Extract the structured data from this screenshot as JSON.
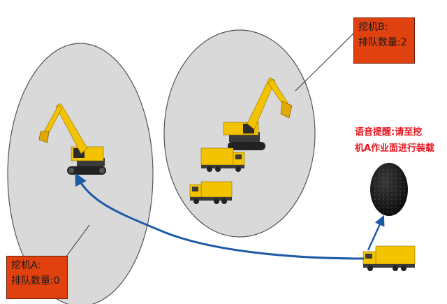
{
  "excavator_b": {
    "name": "挖机B:",
    "queue": "排队数量:2"
  },
  "excavator_a": {
    "name": "挖机A:",
    "queue": "排队数量:0"
  },
  "voice_prompt": {
    "line1": "语音提醒:请至挖",
    "line2": "机A作业面进行装载"
  },
  "colors": {
    "zone_fill": "#d9d9d9",
    "label_box": "#e0410f",
    "notice_text": "#e8141e",
    "route_arrow": "#1f5aa6",
    "machine_yellow": "#f4c300"
  }
}
